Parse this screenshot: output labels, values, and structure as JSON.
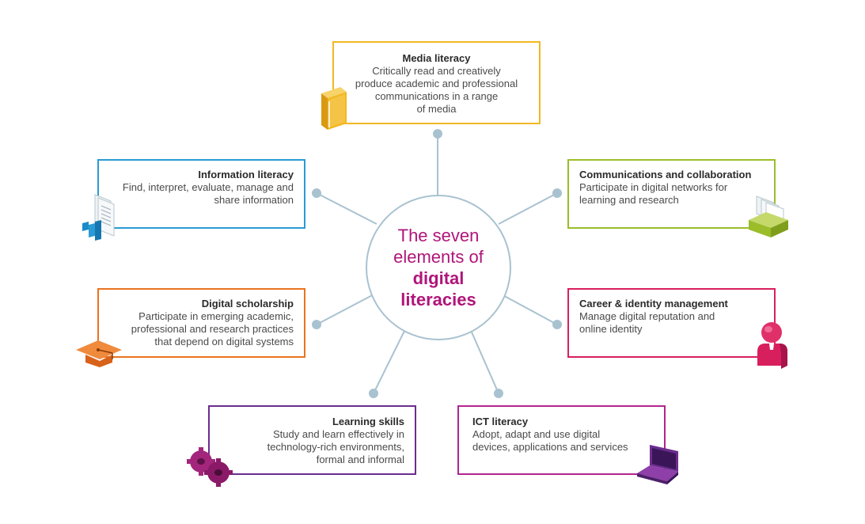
{
  "center": {
    "line1": "The seven",
    "line2": "elements of",
    "line3": "digital",
    "line4": "literacies"
  },
  "elements": {
    "media": {
      "title": "Media literacy",
      "desc": "Critically read and creatively\nproduce academic and professional\ncommunications in a range\nof media",
      "color": "#f2b822",
      "icon": "book-icon"
    },
    "information": {
      "title": "Information literacy",
      "desc": "Find, interpret, evaluate, manage and\nshare information",
      "color": "#2a9bd4",
      "icon": "documents-chart-icon"
    },
    "communications": {
      "title": "Communications and collaboration",
      "desc": "Participate in digital networks for\nlearning and research",
      "color": "#9bbd2a",
      "icon": "card-file-icon"
    },
    "scholarship": {
      "title": "Digital scholarship",
      "desc": "Participate in emerging academic,\nprofessional and research practices\nthat depend on digital systems",
      "color": "#ea7320",
      "icon": "mortarboard-icon"
    },
    "career": {
      "title": "Career & identity management",
      "desc": "Manage digital reputation and\nonline identity",
      "color": "#d81f5e",
      "icon": "person-icon"
    },
    "learning": {
      "title": "Learning skills",
      "desc": "Study and learn effectively in\ntechnology-rich environments,\nformal and informal",
      "color": "#6b2d8f",
      "icon": "gears-icon"
    },
    "ict": {
      "title": "ICT literacy",
      "desc": "Adopt, adapt and use digital\ndevices, applications and services",
      "color": "#b3258c",
      "icon": "laptop-icon"
    }
  }
}
